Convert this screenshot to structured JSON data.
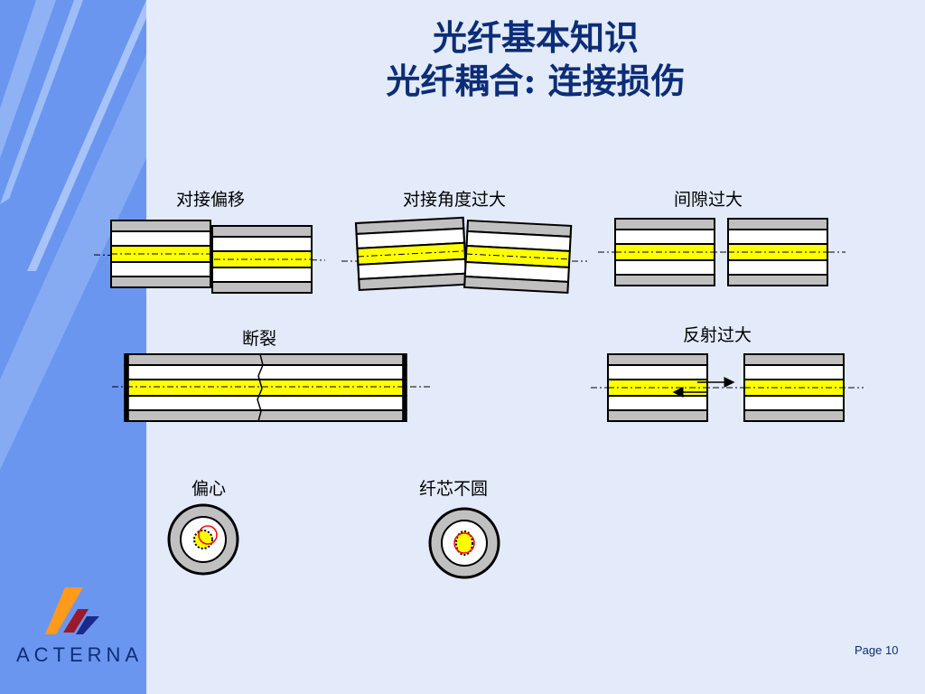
{
  "title": {
    "line1": "光纤基本知识",
    "line2": "光纤耦合: 连接损伤"
  },
  "labels": {
    "lateral_offset": "对接偏移",
    "angular_misalignment": "对接角度过大",
    "gap": "间隙过大",
    "fracture": "断裂",
    "reflection": "反射过大",
    "eccentricity": "偏心",
    "core_ovality": "纤芯不圆"
  },
  "footer": {
    "page": "Page 10",
    "logo_text": "ACTERNA"
  },
  "colors": {
    "background": "#e3ebfa",
    "sidebar": "#6a96f0",
    "title": "#0c2d78",
    "core": "#ffff00",
    "cladding": "#ffffff",
    "coating": "#c0c0c0",
    "fault_circle": "#ff0000"
  }
}
